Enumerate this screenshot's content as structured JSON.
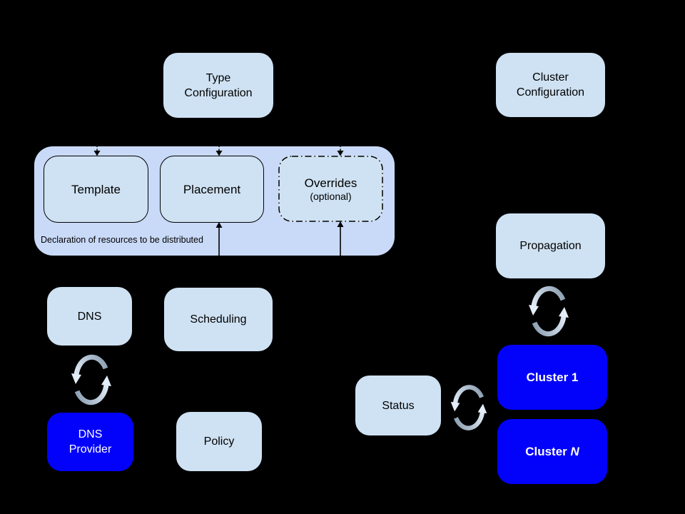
{
  "colors": {
    "background": "#000000",
    "box_fill": "#cfe2f3",
    "container_fill": "#c9daf8",
    "accent_blue": "#0202fb",
    "text_dark": "#000000",
    "text_light": "#ffffff",
    "line": "#000000",
    "sync_gray": "#8da0b3",
    "sync_light": "#e4eef8"
  },
  "icons": {
    "sync": "refresh-cycle-arrows (two curved arrows forming a loop)"
  },
  "nodes": {
    "type_configuration": {
      "label": "Type\nConfiguration"
    },
    "cluster_configuration": {
      "label": "Cluster\nConfiguration"
    },
    "template": {
      "label": "Template"
    },
    "placement": {
      "label": "Placement"
    },
    "overrides": {
      "label": "Overrides",
      "sublabel": "(optional)"
    },
    "declaration_caption": {
      "label": "Declaration of resources to be distributed"
    },
    "dns": {
      "label": "DNS"
    },
    "scheduling": {
      "label": "Scheduling"
    },
    "dns_provider": {
      "label": "DNS\nProvider"
    },
    "policy": {
      "label": "Policy"
    },
    "propagation": {
      "label": "Propagation"
    },
    "status": {
      "label": "Status"
    },
    "cluster_1": {
      "label": "Cluster 1"
    },
    "cluster_n": {
      "label_prefix": "Cluster ",
      "label_suffix": "N"
    }
  }
}
